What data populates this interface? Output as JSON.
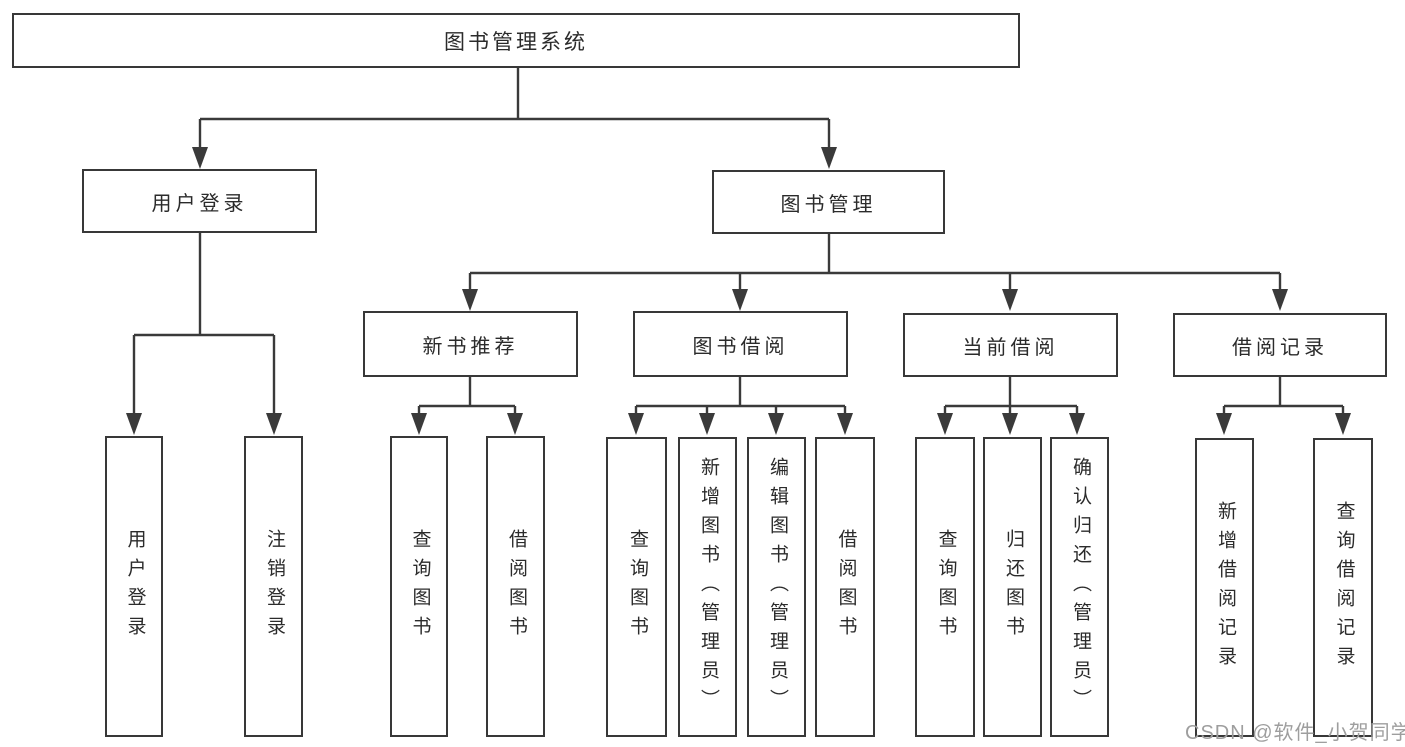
{
  "colors": {
    "line": "#3a3a3a",
    "box_border": "#383838",
    "text": "#2b2b2b",
    "watermark": "#9e9e9e",
    "background": "#ffffff"
  },
  "watermark": "CSDN @软件_小贺同学",
  "tree": {
    "root": "图书管理系统",
    "user_login": {
      "label": "用户登录",
      "children": [
        "用户登录",
        "注销登录"
      ]
    },
    "book_mgmt": {
      "label": "图书管理",
      "groups": [
        {
          "label": "新书推荐",
          "children": [
            "查询图书",
            "借阅图书"
          ]
        },
        {
          "label": "图书借阅",
          "children": [
            "查询图书",
            "新增图书（管理员）",
            "编辑图书（管理员）",
            "借阅图书"
          ]
        },
        {
          "label": "当前借阅",
          "children": [
            "查询图书",
            "归还图书",
            "确认归还（管理员）"
          ]
        },
        {
          "label": "借阅记录",
          "children": [
            "新增借阅记录",
            "查询借阅记录"
          ]
        }
      ]
    }
  }
}
